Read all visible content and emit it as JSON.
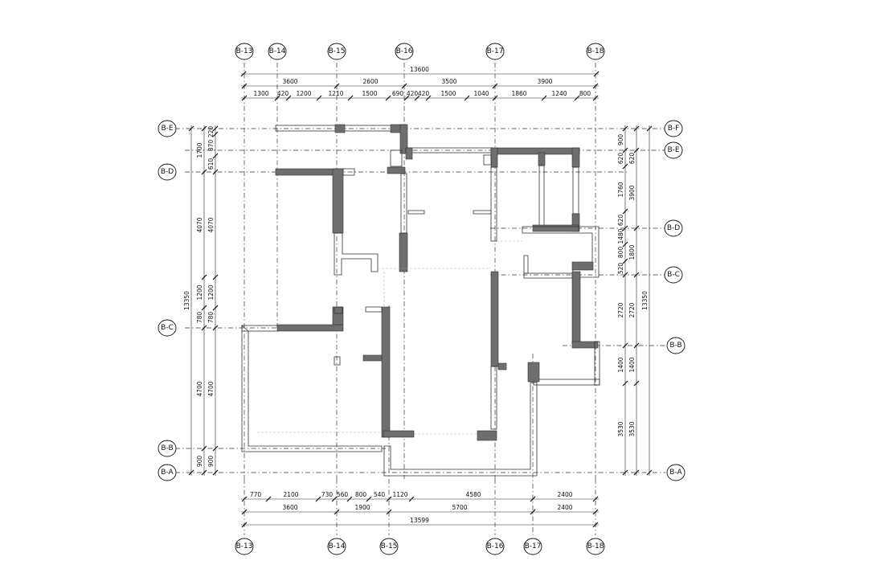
{
  "axes": {
    "top": [
      "B-13",
      "B-14",
      "B-15",
      "B-16",
      "B-17",
      "B-18"
    ],
    "bottom": [
      "B-13",
      "B-14",
      "B-15",
      "B-16",
      "B-17",
      "B-18"
    ],
    "left": [
      "B-E",
      "B-D",
      "B-C",
      "B-B",
      "B-A"
    ],
    "right": [
      "B-F",
      "B-E",
      "B-D",
      "B-C",
      "B-B",
      "B-A"
    ]
  },
  "dims": {
    "top_total": "13600",
    "top_mid": [
      "3600",
      "2600",
      "3500",
      "3900"
    ],
    "top_detail": [
      "1300",
      "420",
      "1200",
      "1210",
      "1500",
      "690",
      "420",
      "420",
      "1500",
      "1040",
      "1860",
      "1240",
      "800"
    ],
    "bottom_detail": [
      "770",
      "2100",
      "730",
      "560",
      "800",
      "540",
      "1120",
      "4580",
      "2400"
    ],
    "bottom_mid": [
      "3600",
      "1900",
      "5700",
      "2400"
    ],
    "bottom_total": "13599",
    "left_total": "13350",
    "left_outer": [
      "1700",
      "4070",
      "1200",
      "780",
      "4700",
      "900"
    ],
    "left_inner": [
      "220",
      "870",
      "610",
      "4070",
      "1200",
      "780",
      "4700",
      "900"
    ],
    "right_inner": [
      "900",
      "620",
      "1760",
      "620",
      "1480",
      "800",
      "520",
      "2720",
      "1400",
      "3530"
    ],
    "right_outer": [
      "620",
      "3900",
      "1800",
      "2720",
      "1400",
      "3530"
    ],
    "right_total": "13350"
  }
}
